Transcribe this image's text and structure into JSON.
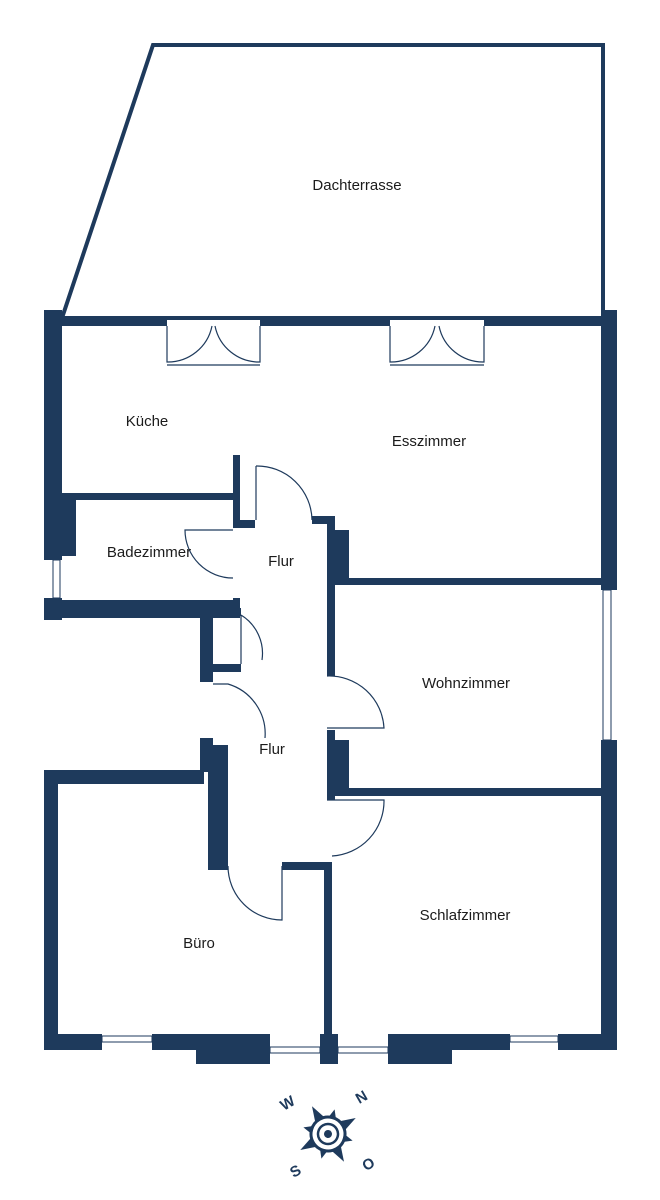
{
  "rooms": {
    "dachterrasse": "Dachterrasse",
    "kueche": "Küche",
    "esszimmer": "Esszimmer",
    "badezimmer": "Badezimmer",
    "flur_upper": "Flur",
    "flur_lower": "Flur",
    "wohnzimmer": "Wohnzimmer",
    "schlafzimmer": "Schlafzimmer",
    "buero": "Büro"
  },
  "compass": {
    "n": "N",
    "o": "O",
    "s": "S",
    "w": "W"
  },
  "colors": {
    "wall": "#1e3a5c",
    "background": "#ffffff",
    "label": "#1b1b1b"
  }
}
